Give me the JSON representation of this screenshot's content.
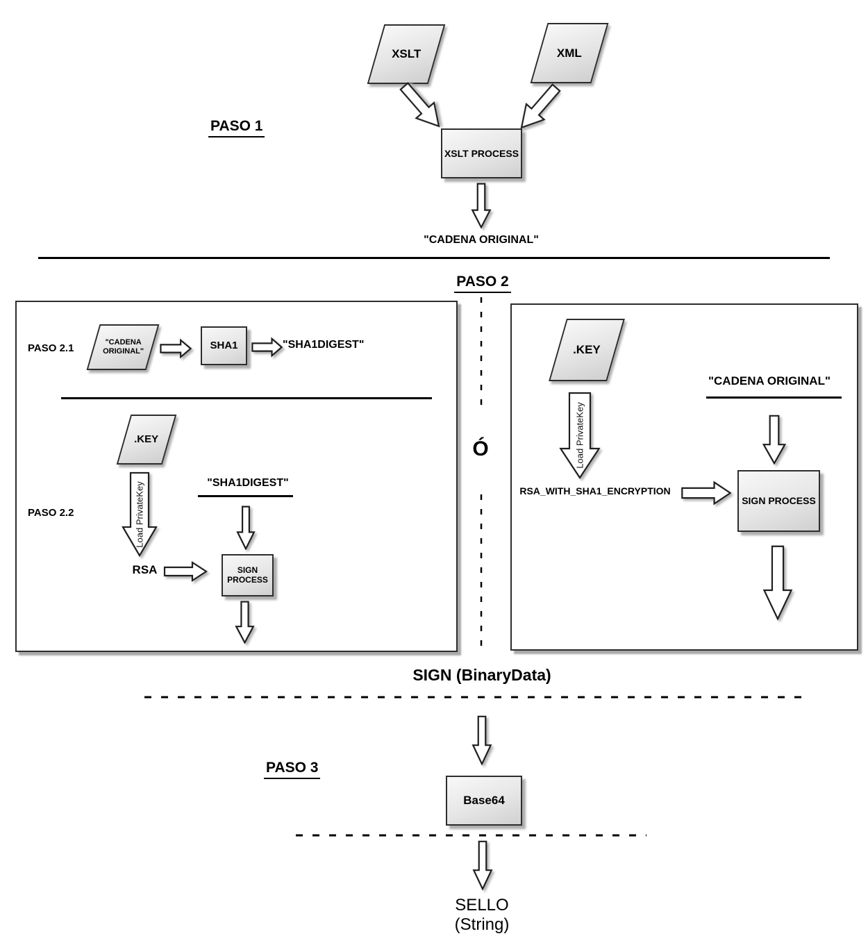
{
  "palette": {
    "shape_fill_light": "#f8f8f8",
    "shape_fill_dark": "#cfcfcf",
    "border": "#2d2d2d",
    "shadow": "#aeaeae",
    "line": "#000000"
  },
  "paso1": {
    "title": "PASO 1",
    "xslt_doc": "XSLT",
    "xml_doc": "XML",
    "process": "XSLT PROCESS",
    "result": "\"CADENA ORIGINAL\""
  },
  "paso2": {
    "title": "PASO 2",
    "or_label": "Ó",
    "left": {
      "step1_label": "PASO 2.1",
      "input_line1": "\"CADENA",
      "input_line2": "ORIGINAL\"",
      "hash_box": "SHA1",
      "hash_result": "\"SHA1DIGEST\"",
      "step2_label": "PASO 2.2",
      "key_doc": ".KEY",
      "load_key": "Load PrivateKey",
      "digest_label": "\"SHA1DIGEST\"",
      "rsa_label": "RSA",
      "sign_line1": "SIGN",
      "sign_line2": "PROCESS"
    },
    "right": {
      "key_doc": ".KEY",
      "load_key": "Load PrivateKey",
      "cadena_label": "\"CADENA ORIGINAL\"",
      "algorithm": "RSA_WITH_SHA1_ENCRYPTION",
      "sign_box": "SIGN PROCESS"
    },
    "output": "SIGN (BinaryData)"
  },
  "paso3": {
    "title": "PASO 3",
    "encode_box": "Base64",
    "result_line1": "SELLO",
    "result_line2": "(String)"
  }
}
